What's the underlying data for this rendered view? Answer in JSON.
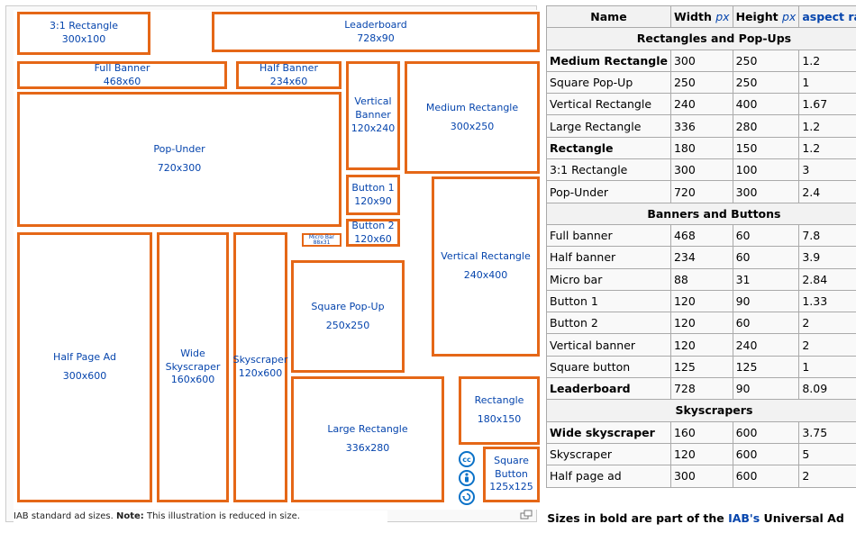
{
  "figure": {
    "ads": [
      {
        "key": "r31",
        "label": "3:1 Rectangle",
        "size": "300x100"
      },
      {
        "key": "leader",
        "label": "Leaderboard",
        "size": "728x90"
      },
      {
        "key": "fullb",
        "label": "Full Banner",
        "size": "468x60"
      },
      {
        "key": "halfb",
        "label": "Half Banner",
        "size": "234x60"
      },
      {
        "key": "vban",
        "label": "Vertical Banner",
        "size": "120x240"
      },
      {
        "key": "medrect",
        "label": "Medium Rectangle",
        "size": "300x250"
      },
      {
        "key": "popunder",
        "label": "Pop-Under",
        "size": "720x300"
      },
      {
        "key": "btn1",
        "label": "Button 1",
        "size": "120x90"
      },
      {
        "key": "btn2",
        "label": "Button 2",
        "size": "120x60"
      },
      {
        "key": "microbar",
        "label": "Micro Bar",
        "size": "88x31"
      },
      {
        "key": "vrect",
        "label": "Vertical Rectangle",
        "size": "240x400"
      },
      {
        "key": "halfpage",
        "label": "Half Page Ad",
        "size": "300x600"
      },
      {
        "key": "wsky",
        "label": "Wide Skyscraper",
        "size": "160x600"
      },
      {
        "key": "sky",
        "label": "Skyscraper",
        "size": "120x600"
      },
      {
        "key": "sqpop",
        "label": "Square Pop-Up",
        "size": "250x250"
      },
      {
        "key": "rect",
        "label": "Rectangle",
        "size": "180x150"
      },
      {
        "key": "largerect",
        "label": "Large Rectangle",
        "size": "336x280"
      },
      {
        "key": "sqbtn",
        "label": "Square Button",
        "size": "125x125"
      }
    ],
    "license_icons": [
      "cc-icon",
      "attribution-icon",
      "share-alike-icon"
    ],
    "caption_prefix": "IAB standard ad sizes. ",
    "caption_note_label": "Note:",
    "caption_note_text": " This illustration is reduced in size."
  },
  "table": {
    "headers": {
      "name": "Name",
      "width": "Width",
      "height": "Height",
      "unit": "px",
      "ratio": "aspect ratio"
    },
    "sections": [
      {
        "title": "Rectangles and Pop-Ups",
        "rows": [
          {
            "name": "Medium Rectangle",
            "width": "300",
            "height": "250",
            "ratio": "1.2",
            "bold": true
          },
          {
            "name": "Square Pop-Up",
            "width": "250",
            "height": "250",
            "ratio": "1",
            "bold": false
          },
          {
            "name": "Vertical Rectangle",
            "width": "240",
            "height": "400",
            "ratio": "1.67",
            "bold": false
          },
          {
            "name": "Large Rectangle",
            "width": "336",
            "height": "280",
            "ratio": "1.2",
            "bold": false
          },
          {
            "name": "Rectangle",
            "width": "180",
            "height": "150",
            "ratio": "1.2",
            "bold": true
          },
          {
            "name": "3:1 Rectangle",
            "width": "300",
            "height": "100",
            "ratio": "3",
            "bold": false
          },
          {
            "name": "Pop-Under",
            "width": "720",
            "height": "300",
            "ratio": "2.4",
            "bold": false
          }
        ]
      },
      {
        "title": "Banners and Buttons",
        "rows": [
          {
            "name": "Full banner",
            "width": "468",
            "height": "60",
            "ratio": "7.8",
            "bold": false
          },
          {
            "name": "Half banner",
            "width": "234",
            "height": "60",
            "ratio": "3.9",
            "bold": false
          },
          {
            "name": "Micro bar",
            "width": "88",
            "height": "31",
            "ratio": "2.84",
            "bold": false
          },
          {
            "name": "Button 1",
            "width": "120",
            "height": "90",
            "ratio": "1.33",
            "bold": false
          },
          {
            "name": "Button 2",
            "width": "120",
            "height": "60",
            "ratio": "2",
            "bold": false
          },
          {
            "name": "Vertical banner",
            "width": "120",
            "height": "240",
            "ratio": "2",
            "bold": false
          },
          {
            "name": "Square button",
            "width": "125",
            "height": "125",
            "ratio": "1",
            "bold": false
          },
          {
            "name": "Leaderboard",
            "width": "728",
            "height": "90",
            "ratio": "8.09",
            "bold": true
          }
        ]
      },
      {
        "title": "Skyscrapers",
        "rows": [
          {
            "name": "Wide skyscraper",
            "width": "160",
            "height": "600",
            "ratio": "3.75",
            "bold": true
          },
          {
            "name": "Skyscraper",
            "width": "120",
            "height": "600",
            "ratio": "5",
            "bold": false
          },
          {
            "name": "Half page ad",
            "width": "300",
            "height": "600",
            "ratio": "2",
            "bold": false
          }
        ]
      }
    ],
    "caption_prefix": "Sizes in bold are part of the ",
    "caption_link": "IAB's",
    "caption_suffix": " Universal Ad"
  },
  "colors": {
    "ad_border": "#e56717",
    "link": "#0645ad",
    "cc_blue": "#0b72c8"
  }
}
